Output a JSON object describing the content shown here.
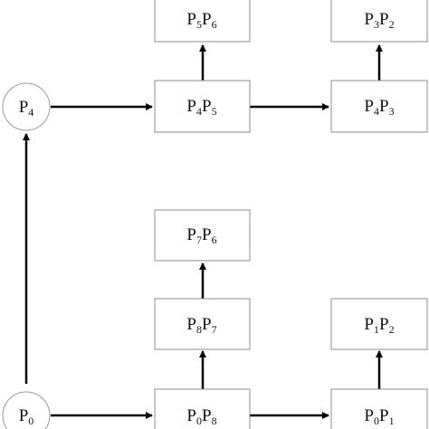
{
  "nodes": {
    "p4": {
      "main": "P",
      "sub": "4"
    },
    "p0": {
      "main": "P",
      "sub": "0"
    },
    "p5p6": {
      "a": "P",
      "a_sub": "5",
      "b": "P",
      "b_sub": "6"
    },
    "p3p2": {
      "a": "P",
      "a_sub": "3",
      "b": "P",
      "b_sub": "2"
    },
    "p4p5": {
      "a": "P",
      "a_sub": "4",
      "b": "P",
      "b_sub": "5"
    },
    "p4p3": {
      "a": "P",
      "a_sub": "4",
      "b": "P",
      "b_sub": "3"
    },
    "p7p6": {
      "a": "P",
      "a_sub": "7",
      "b": "P",
      "b_sub": "6"
    },
    "p8p7": {
      "a": "P",
      "a_sub": "8",
      "b": "P",
      "b_sub": "7"
    },
    "p1p2": {
      "a": "P",
      "a_sub": "1",
      "b": "P",
      "b_sub": "2"
    },
    "p0p8": {
      "a": "P",
      "a_sub": "0",
      "b": "P",
      "b_sub": "8"
    },
    "p0p1": {
      "a": "P",
      "a_sub": "0",
      "b": "P",
      "b_sub": "1"
    }
  },
  "edges": [
    {
      "from": "p0",
      "to": "p4"
    },
    {
      "from": "p4",
      "to": "p4p5"
    },
    {
      "from": "p4p5",
      "to": "p4p3"
    },
    {
      "from": "p4p5",
      "to": "p5p6"
    },
    {
      "from": "p4p3",
      "to": "p3p2"
    },
    {
      "from": "p0",
      "to": "p0p8"
    },
    {
      "from": "p0p8",
      "to": "p0p1"
    },
    {
      "from": "p0p8",
      "to": "p8p7"
    },
    {
      "from": "p8p7",
      "to": "p7p6"
    },
    {
      "from": "p0p1",
      "to": "p1p2"
    }
  ]
}
